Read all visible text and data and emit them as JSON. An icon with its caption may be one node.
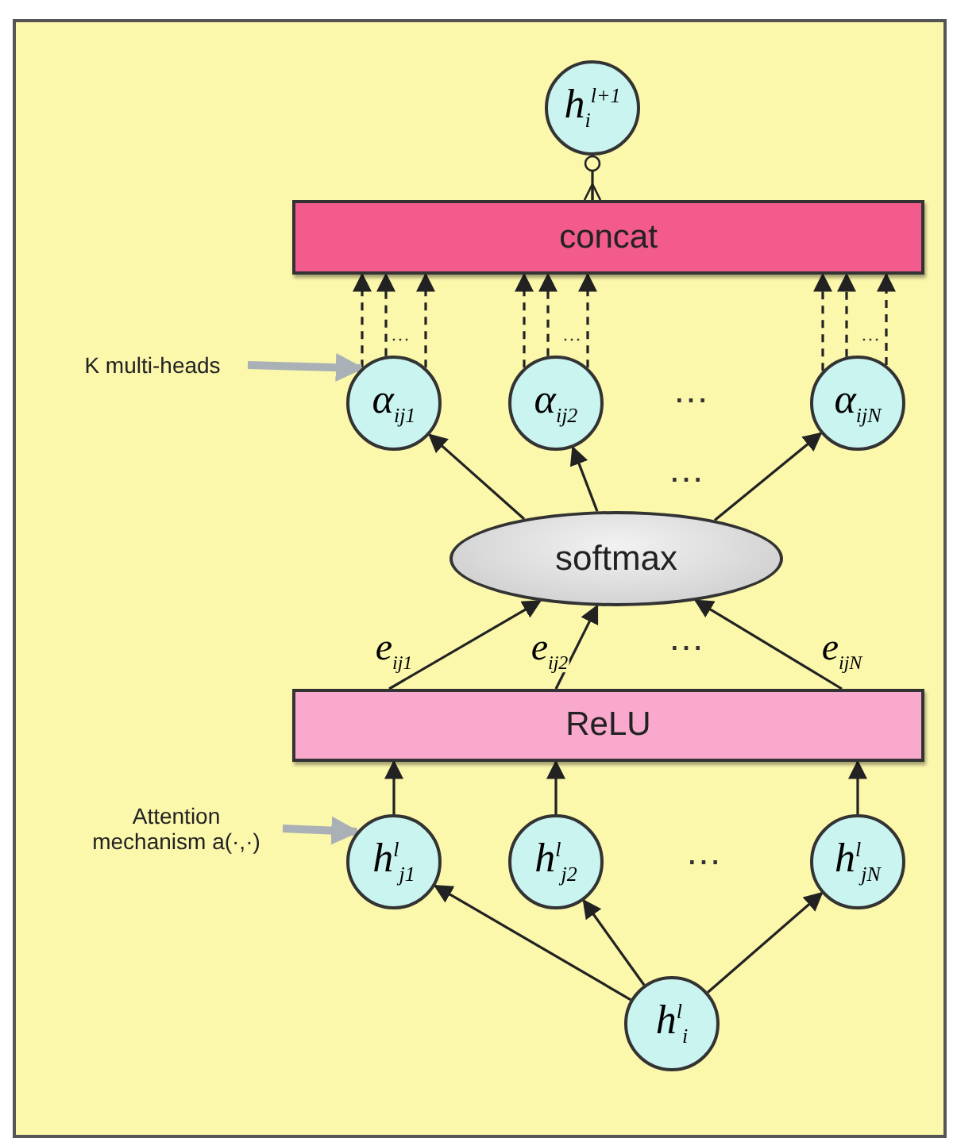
{
  "diagram": {
    "nodes": [
      {
        "text": [
          "h$_{i}$$^{l+1}$"
        ]
      },
      {
        "text": [
          "concat"
        ]
      },
      {
        "text": [
          "K multi-heads"
        ]
      },
      {
        "text": [
          "α$_{ij1}$"
        ]
      },
      {
        "text": [
          "α$_{ij2}$"
        ]
      },
      {
        "text": [
          "α$_{ijN}$"
        ]
      },
      {
        "text": [
          "softmax"
        ]
      },
      {
        "text": [
          "ReLU"
        ]
      },
      {
        "text": [
          "Attention mechanism a(·,·)"
        ]
      },
      {
        "text": [
          "h$^{l}$$_{j1}$"
        ]
      },
      {
        "text": [
          "h$^{l}$$_{j2}$"
        ]
      },
      {
        "text": [
          "h$^{l}$$_{jN}$"
        ]
      },
      {
        "text": [
          "h$^{l}$$_{i}$"
        ]
      }
    ],
    "edges": [
      {
        "from": 1,
        "to": 0,
        "arrow": "other"
      },
      {
        "from": 3,
        "to": 1,
        "arrow": "to",
        "style": "dashed"
      },
      {
        "from": 3,
        "to": 1,
        "arrow": "to",
        "style": "dashed"
      },
      {
        "from": 3,
        "to": 1,
        "arrow": "to",
        "style": "dashed"
      },
      {
        "from": 4,
        "to": 1,
        "arrow": "to",
        "style": "dashed"
      },
      {
        "from": 4,
        "to": 1,
        "arrow": "to",
        "style": "dashed"
      },
      {
        "from": 4,
        "to": 1,
        "arrow": "to",
        "style": "dashed"
      },
      {
        "from": 5,
        "to": 1,
        "arrow": "to",
        "style": "dashed"
      },
      {
        "from": 5,
        "to": 1,
        "arrow": "to",
        "style": "dashed"
      },
      {
        "from": 5,
        "to": 1,
        "arrow": "to",
        "style": "dashed"
      },
      {
        "from": 2,
        "to": 3,
        "arrow": "to",
        "style": "thick",
        "color": "#a9b1b6"
      },
      {
        "from": 6,
        "to": 3,
        "arrow": "to"
      },
      {
        "from": 6,
        "to": 4,
        "arrow": "to"
      },
      {
        "from": 6,
        "to": 5,
        "arrow": "to"
      },
      {
        "from": 7,
        "to": 6,
        "arrow": "to",
        "label": "e$_{ij1}$"
      },
      {
        "from": 7,
        "to": 6,
        "arrow": "to",
        "label": "e$_{ij2}$"
      },
      {
        "from": 7,
        "to": 6,
        "arrow": "to",
        "label": "e$_{ijN}$"
      },
      {
        "from": 8,
        "to": 9,
        "arrow": "to",
        "style": "thick",
        "color": "#a9b1b6"
      },
      {
        "from": 9,
        "to": 7,
        "arrow": "to"
      },
      {
        "from": 10,
        "to": 7,
        "arrow": "to"
      },
      {
        "from": 11,
        "to": 7,
        "arrow": "to"
      },
      {
        "from": 12,
        "to": 9,
        "arrow": "to"
      },
      {
        "from": 12,
        "to": 10,
        "arrow": "to"
      },
      {
        "from": 12,
        "to": 11,
        "arrow": "to"
      }
    ],
    "labels": [
      "…",
      "…",
      "…",
      "⋯",
      "⋯",
      "⋯",
      "⋯"
    ]
  }
}
